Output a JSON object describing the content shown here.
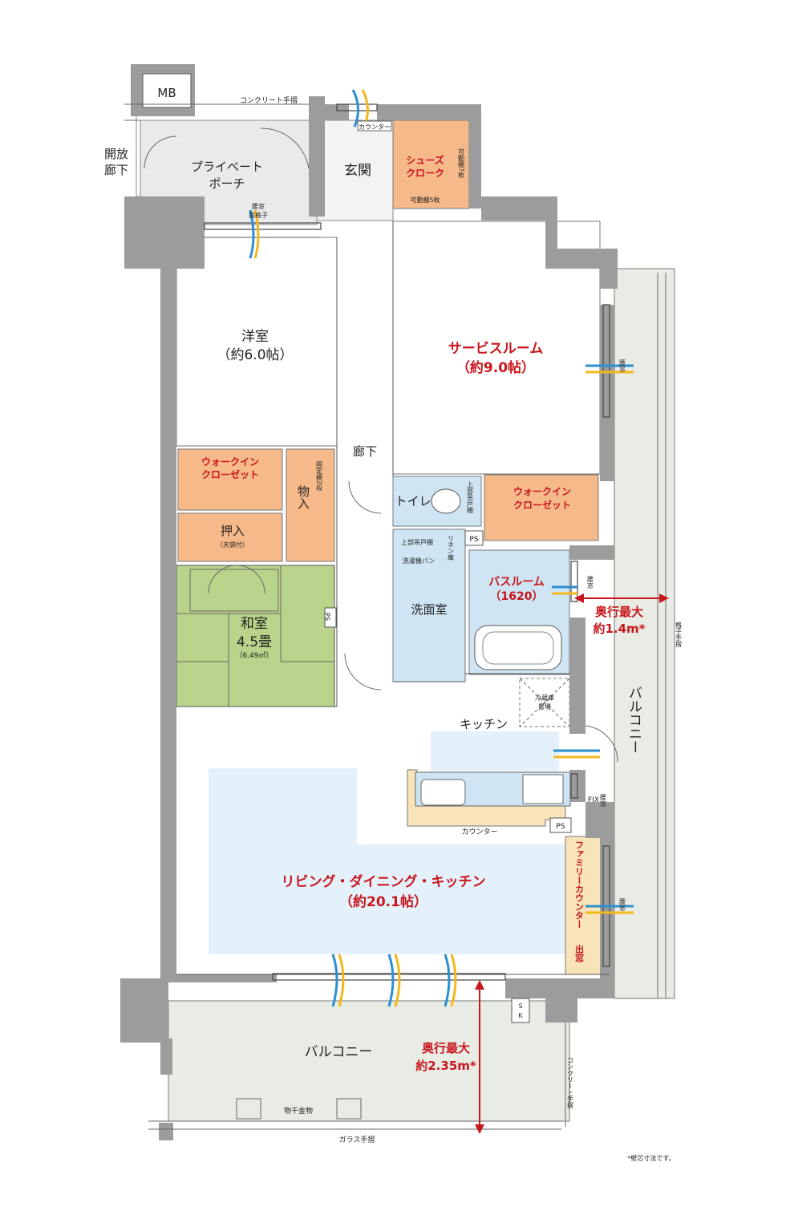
{
  "rooms": {
    "mb": "MB",
    "open_corridor": [
      "開放",
      "廊下"
    ],
    "porch": [
      "プライベート",
      "ポーチ"
    ],
    "entrance": "玄関",
    "shoes_cloak": [
      "シューズ",
      "クローク"
    ],
    "shoes_shelf_side": "可動棚7枚",
    "shoes_shelf_bottom": "可動棚5枚",
    "counter_entrance": "カウンター",
    "western_room": [
      "洋室",
      "（約6.0帖）"
    ],
    "service_room": [
      "サービスルーム",
      "（約9.0帖）"
    ],
    "hallway": "廊下",
    "wic_left": [
      "ウォークイン",
      "クローゼット"
    ],
    "wic_right": [
      "ウォークイン",
      "クローゼット"
    ],
    "storage": "物入",
    "fixed_shelf": "固定棚2段",
    "oshiire": [
      "押入",
      "（天袋付）"
    ],
    "washitsu": [
      "和室",
      "4.5畳",
      "（6.49㎡）"
    ],
    "toilet": "トイレ",
    "upper_cabinet_toilet": "上部吊戸棚",
    "linen": "リネン庫",
    "upper_cabinet_wash": "上部吊戸棚",
    "laundry_pan": "洗濯機パン",
    "washroom": "洗面室",
    "bathroom": [
      "バスルーム",
      "（1620）"
    ],
    "ps": "PS",
    "fridge": [
      "冷蔵庫",
      "置場"
    ],
    "kitchen": "キッチン",
    "counter_kitchen": "カウンター",
    "fix": "FIX",
    "ldk": [
      "リビング・ダイニング・キッチン",
      "（約20.1帖）"
    ],
    "family_counter": "ファミリーカウンター",
    "bay_window": "出窓",
    "balcony_east": "バルコニー",
    "balcony_south": "バルコニー",
    "sk": [
      "S",
      "K"
    ],
    "clothes_hardware": "物干金物"
  },
  "annotations": {
    "concrete_rail_top": "コンクリート手摺",
    "concrete_rail_right": "コンクリート手摺",
    "glass_rail": "ガラス手摺",
    "lattice_rail": "格子手摺",
    "waist_window": "腰窓",
    "waist_window_lattice": [
      "腰窓",
      "面格子"
    ],
    "depth_east": [
      "奥行最大",
      "約1.4m*"
    ],
    "depth_south": [
      "奥行最大",
      "約2.35m*"
    ],
    "footnote": "*壁芯寸法です。"
  },
  "colors": {
    "wall": "#9c9c9c",
    "storage": "#f6b98a",
    "washitsu": "#b9d48a",
    "water": "#cfe5f3",
    "ldk": "#e4f1fb",
    "balcony": "#e9ece4",
    "family_counter": "#f8e4b8",
    "accent": "#c8161d"
  }
}
